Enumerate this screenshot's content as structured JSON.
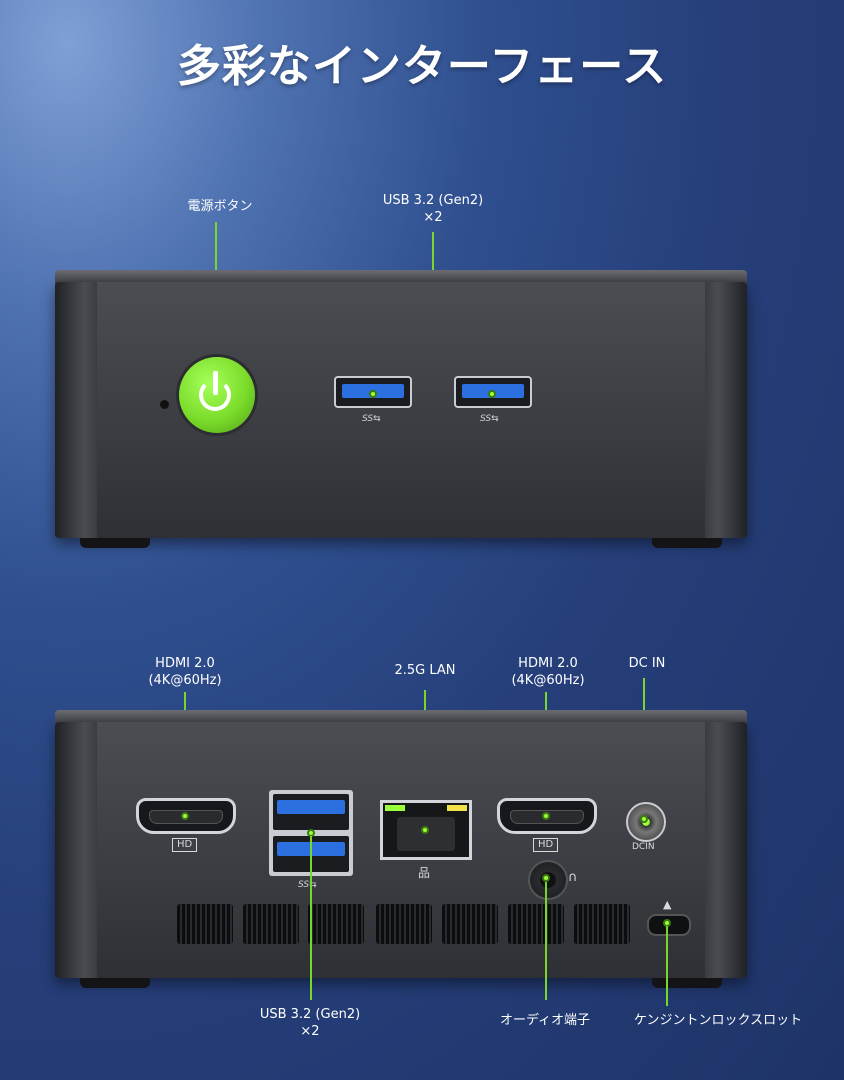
{
  "title": "多彩なインターフェース",
  "front": {
    "power_label": "電源ボタン",
    "usb_label_line1": "USB 3.2 (Gen2)",
    "usb_label_line2": "×2",
    "ss_mark": "SS⇆"
  },
  "rear": {
    "hdmi_left_line1": "HDMI 2.0",
    "hdmi_left_line2": "(4K@60Hz)",
    "lan_label": "2.5G LAN",
    "hdmi_right_line1": "HDMI 2.0",
    "hdmi_right_line2": "(4K@60Hz)",
    "dcin_label": "DC IN",
    "usb_label_line1": "USB 3.2 (Gen2)",
    "usb_label_line2": "×2",
    "audio_label": "オーディオ端子",
    "lock_label": "ケンジントンロックスロット",
    "hd_tag": "HD",
    "dcin_tag": "DCIN",
    "ss_mark": "SS⇆"
  },
  "colors": {
    "accent": "#79d62a",
    "power": "#7bdc2a",
    "usb_blue": "#2b6fe0"
  }
}
